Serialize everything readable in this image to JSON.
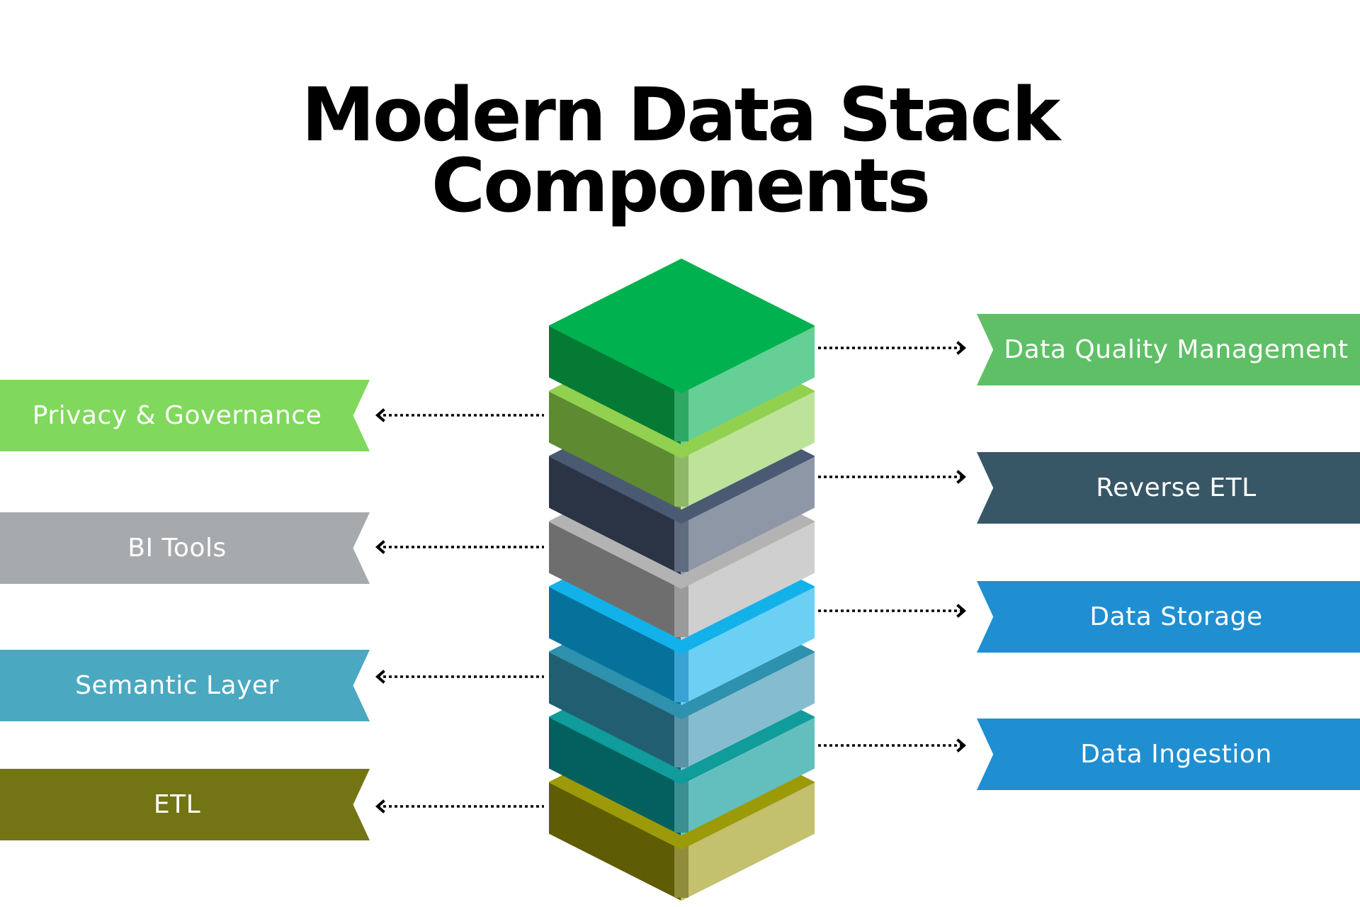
{
  "title": {
    "line1": "Modern Data Stack",
    "line2": "Components"
  },
  "stack": {
    "layers": [
      {
        "name": "layer-1",
        "top": "#00b14f",
        "left": "#047a35",
        "right": "#66cf96",
        "edge": "#2fa866"
      },
      {
        "name": "layer-2",
        "top": "#92d050",
        "left": "#5e8a32",
        "right": "#bde39a",
        "edge": "#8eb868"
      },
      {
        "name": "layer-3",
        "top": "#4a5a73",
        "left": "#2b3444",
        "right": "#8e97a6",
        "edge": "#5f6b7e"
      },
      {
        "name": "layer-4",
        "top": "#b3b3b3",
        "left": "#6e6e6e",
        "right": "#cfcfcf",
        "edge": "#9a9a9a"
      },
      {
        "name": "layer-5",
        "top": "#13b1ea",
        "left": "#06729c",
        "right": "#6bd0f4",
        "edge": "#3aa3d4"
      },
      {
        "name": "layer-6",
        "top": "#2e91ad",
        "left": "#215e72",
        "right": "#86bccf",
        "edge": "#5b93a6"
      },
      {
        "name": "layer-7",
        "top": "#0f9c9a",
        "left": "#04605f",
        "right": "#63bfbe",
        "edge": "#3b8f90"
      },
      {
        "name": "layer-8",
        "top": "#9c9a08",
        "left": "#5e5c04",
        "right": "#c3c06e",
        "edge": "#8f8d3c"
      }
    ]
  },
  "left_labels": [
    {
      "label": "Privacy & Governance",
      "color": "#80d85c",
      "layer": 2
    },
    {
      "label": "BI Tools",
      "color": "#a7aaad",
      "layer": 4
    },
    {
      "label": "Semantic Layer",
      "color": "#4ba8c1",
      "layer": 6
    },
    {
      "label": "ETL",
      "color": "#737514",
      "layer": 8
    }
  ],
  "right_labels": [
    {
      "label": "Data Quality Management",
      "color": "#5fbf66",
      "layer": 1
    },
    {
      "label": "Reverse ETL",
      "color": "#385766",
      "layer": 3
    },
    {
      "label": "Data Storage",
      "color": "#1f8fd2",
      "layer": 5
    },
    {
      "label": "Data Ingestion",
      "color": "#1f8fd2",
      "layer": 7
    }
  ],
  "arrow_color": "#000000"
}
